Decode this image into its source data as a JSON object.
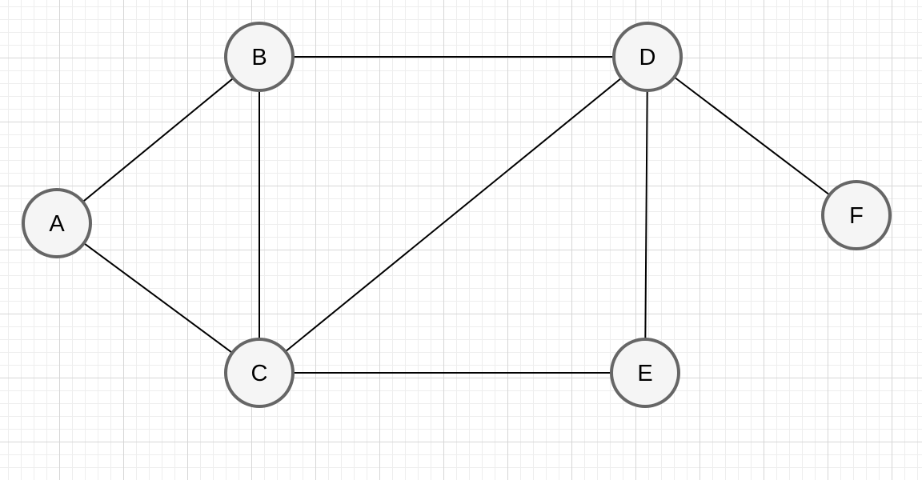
{
  "diagram": {
    "type": "undirected-graph",
    "nodes": [
      {
        "id": "A",
        "label": "A"
      },
      {
        "id": "B",
        "label": "B"
      },
      {
        "id": "C",
        "label": "C"
      },
      {
        "id": "D",
        "label": "D"
      },
      {
        "id": "E",
        "label": "E"
      },
      {
        "id": "F",
        "label": "F"
      }
    ],
    "edges": [
      {
        "from": "A",
        "to": "B"
      },
      {
        "from": "A",
        "to": "C"
      },
      {
        "from": "B",
        "to": "C"
      },
      {
        "from": "B",
        "to": "D"
      },
      {
        "from": "C",
        "to": "D"
      },
      {
        "from": "C",
        "to": "E"
      },
      {
        "from": "D",
        "to": "E"
      },
      {
        "from": "D",
        "to": "F"
      }
    ],
    "colors": {
      "node_fill": "#f5f5f5",
      "node_stroke": "#666666",
      "edge": "#000000",
      "label": "#000000",
      "grid": "#d6d6d6"
    }
  }
}
